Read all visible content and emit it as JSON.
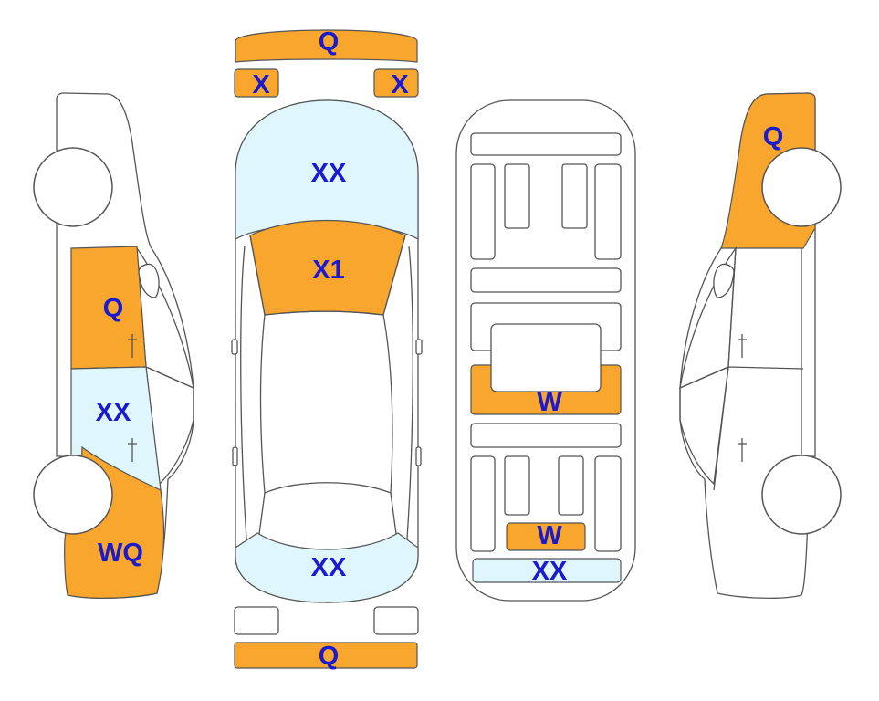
{
  "colors": {
    "orange_damage": "#f8a62e",
    "blue_damage": "#dff6fc",
    "label_text": "#1a1acf",
    "outline": "#555555"
  },
  "labels": {
    "front_bumper": "Q",
    "left_headlight": "X",
    "right_headlight": "X",
    "hood": "XX",
    "windshield": "X1",
    "rear_window": "XX",
    "rear_bumper": "Q",
    "underbody_center": "W",
    "underbody_rear": "W",
    "underbody_rear_strip": "XX",
    "left_front_door": "Q",
    "left_rear_door": "XX",
    "left_rear_quarter": "WQ",
    "right_front_fender": "Q"
  }
}
